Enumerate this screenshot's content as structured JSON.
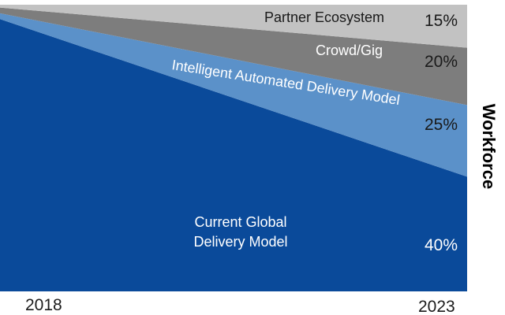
{
  "chart_data": {
    "type": "area",
    "stacked": true,
    "x": [
      "2018",
      "2023"
    ],
    "series": [
      {
        "name": "Current Global Delivery Model",
        "label_lines": [
          "Current Global",
          "Delivery Model"
        ],
        "values": [
          95,
          40
        ],
        "end_label": "40%",
        "color": "#0a4a9a"
      },
      {
        "name": "Intelligent Automated Delivery Model",
        "label_lines": [
          "Intelligent Automated Delivery Model"
        ],
        "values": [
          2,
          25
        ],
        "end_label": "25%",
        "color": "#5b91c9"
      },
      {
        "name": "Crowd/Gig",
        "label_lines": [
          "Crowd/Gig"
        ],
        "values": [
          2,
          20
        ],
        "end_label": "20%",
        "color": "#7d7d7d"
      },
      {
        "name": "Partner Ecosystem",
        "label_lines": [
          "Partner Ecosystem"
        ],
        "values": [
          1,
          15
        ],
        "end_label": "15%",
        "color": "#c2c2c2"
      }
    ],
    "ylabel": "Workforce",
    "xlabel": "",
    "ylim": [
      0,
      100
    ],
    "grid": false,
    "legend": "inline"
  }
}
